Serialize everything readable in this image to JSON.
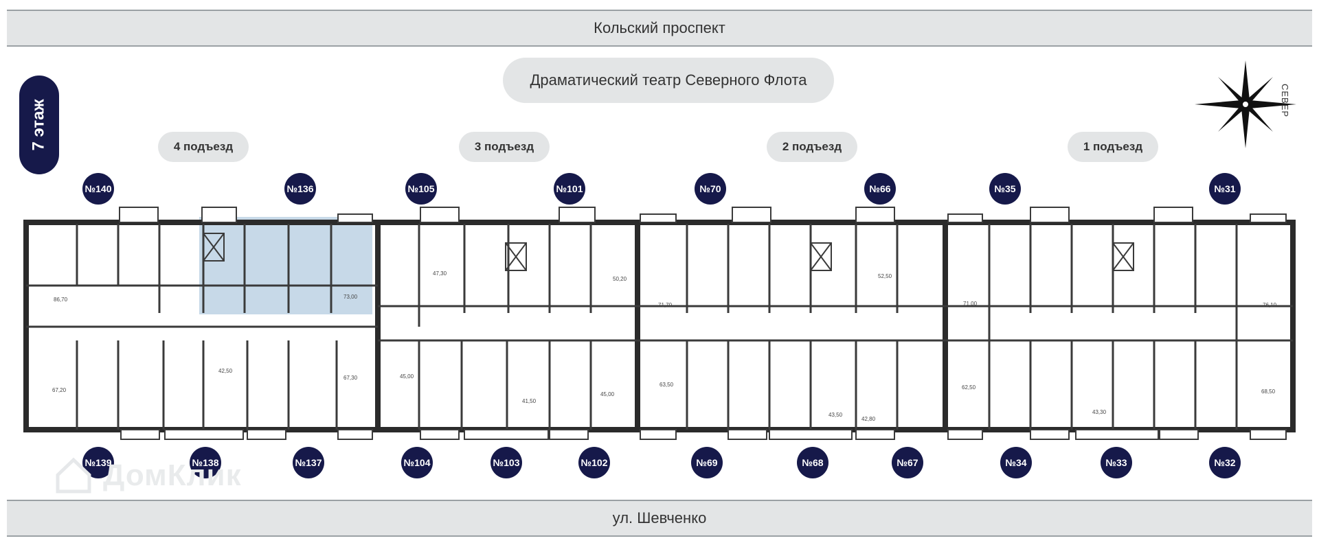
{
  "streets": {
    "top": "Кольский проспект",
    "bottom": "ул. Шевченко"
  },
  "landmark": "Драматический театр Северного Флота",
  "floor": "7 этаж",
  "compass_label": "СЕВЕР",
  "entrances": [
    "4 подъезд",
    "3 подъезд",
    "2 подъезд",
    "1 подъезд"
  ],
  "top_apartments": [
    "№140",
    "№136",
    "№105",
    "№101",
    "№70",
    "№66",
    "№35",
    "№31"
  ],
  "bottom_apartments": [
    "№139",
    "№138",
    "№137",
    "№104",
    "№103",
    "№102",
    "№69",
    "№68",
    "№67",
    "№34",
    "№33",
    "№32"
  ],
  "apartment_areas_top": [
    "86,70",
    "73,00",
    "47,30",
    "50,20",
    "71,70",
    "52,50",
    "71,00",
    "76,10"
  ],
  "apartment_areas_bottom": [
    "67,20",
    "42,50",
    "67,30",
    "45,00",
    "41,50",
    "45,00",
    "63,50",
    "43,50",
    "42,80",
    "62,50",
    "43,30",
    "68,50"
  ],
  "watermark": "ДомКлик",
  "colors": {
    "navy": "#16194a",
    "pill": "#e3e5e6",
    "highlight": "#c7d9e8",
    "wall": "#2b2b2b"
  }
}
